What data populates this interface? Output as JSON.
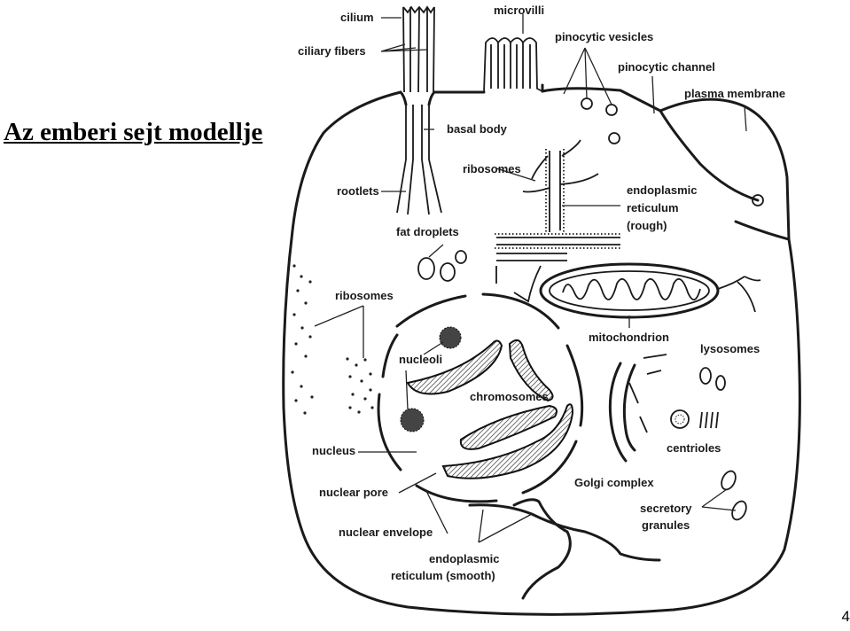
{
  "slide": {
    "title": "Az emberi sejt modellje",
    "page_number": "4"
  },
  "diagram": {
    "labels": {
      "cilium": "cilium",
      "ciliary_fibers": "ciliary fibers",
      "microvilli": "microvilli",
      "pinocytic_vesicles": "pinocytic vesicles",
      "pinocytic_channel": "pinocytic channel",
      "plasma_membrane": "plasma membrane",
      "basal_body": "basal body",
      "ribosomes_top": "ribosomes",
      "rootlets": "rootlets",
      "er_rough_1": "endoplasmic",
      "er_rough_2": "reticulum",
      "er_rough_3": "(rough)",
      "fat_droplets": "fat droplets",
      "ribosomes_left": "ribosomes",
      "mitochondrion": "mitochondrion",
      "lysosomes": "lysosomes",
      "nucleoli": "nucleoli",
      "chromosomes": "chromosomes",
      "centrioles": "centrioles",
      "nucleus": "nucleus",
      "golgi_complex": "Golgi complex",
      "nuclear_pore": "nuclear pore",
      "secretory_1": "secretory",
      "secretory_2": "granules",
      "nuclear_envelope": "nuclear envelope",
      "er_smooth_1": "endoplasmic",
      "er_smooth_2": "reticulum (smooth)"
    }
  }
}
